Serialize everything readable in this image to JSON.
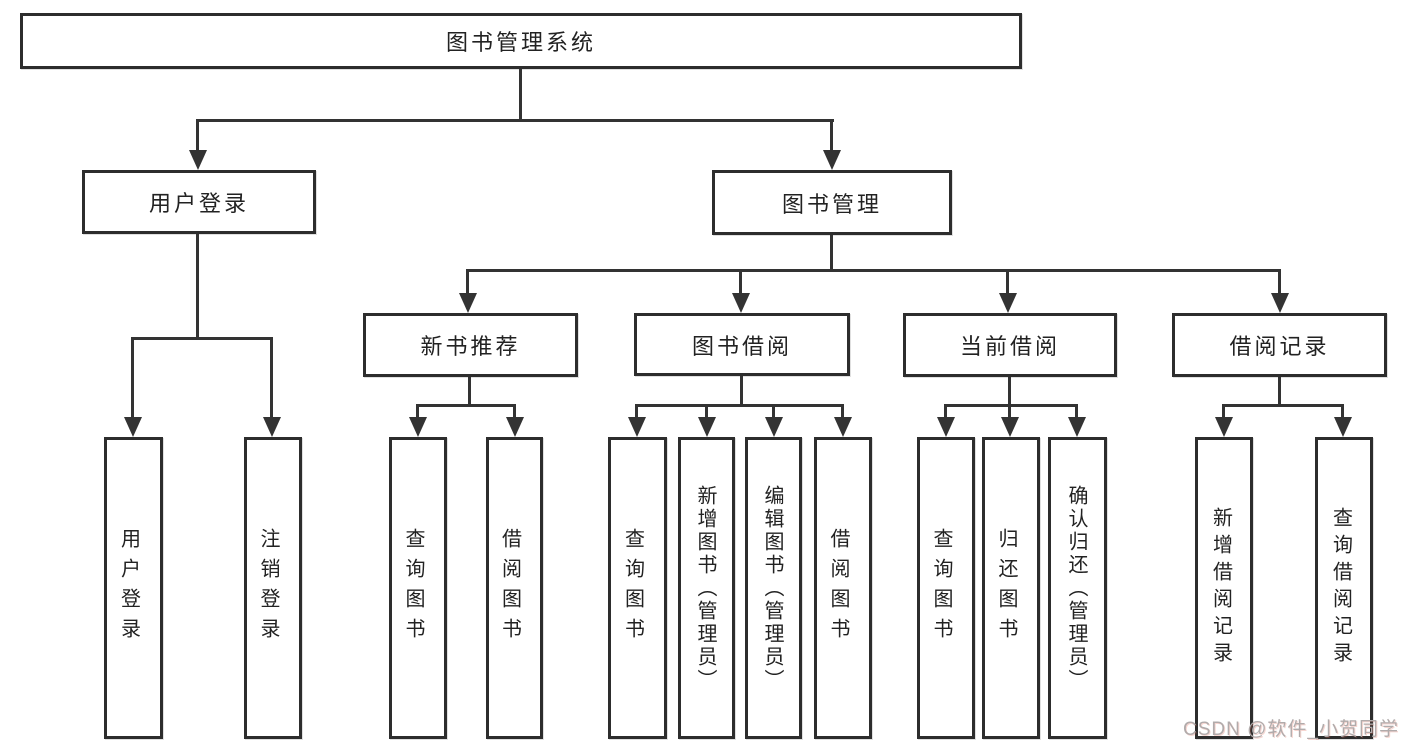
{
  "nodes": {
    "root": {
      "label": "图书管理系统"
    },
    "level2": [
      {
        "label": "用户登录"
      },
      {
        "label": "图书管理"
      }
    ],
    "level3": [
      {
        "label": "新书推荐"
      },
      {
        "label": "图书借阅"
      },
      {
        "label": "当前借阅"
      },
      {
        "label": "借阅记录"
      }
    ],
    "leaves": [
      {
        "label": "用户登录"
      },
      {
        "label": "注销登录"
      },
      {
        "label": "查询图书"
      },
      {
        "label": "借阅图书"
      },
      {
        "label": "查询图书"
      },
      {
        "label": "新增图书（管理员）"
      },
      {
        "label": "编辑图书（管理员）"
      },
      {
        "label": "借阅图书"
      },
      {
        "label": "查询图书"
      },
      {
        "label": "归还图书"
      },
      {
        "label": "确认归还（管理员）"
      },
      {
        "label": "新增借阅记录"
      },
      {
        "label": "查询借阅记录"
      }
    ]
  },
  "watermark": {
    "text": "CSDN @软件_小贺同学"
  },
  "colors": {
    "line": "#333333",
    "box_border": "#2d2d2d",
    "text": "#222222",
    "watermark": "#b1abab",
    "background": "#ffffff"
  }
}
